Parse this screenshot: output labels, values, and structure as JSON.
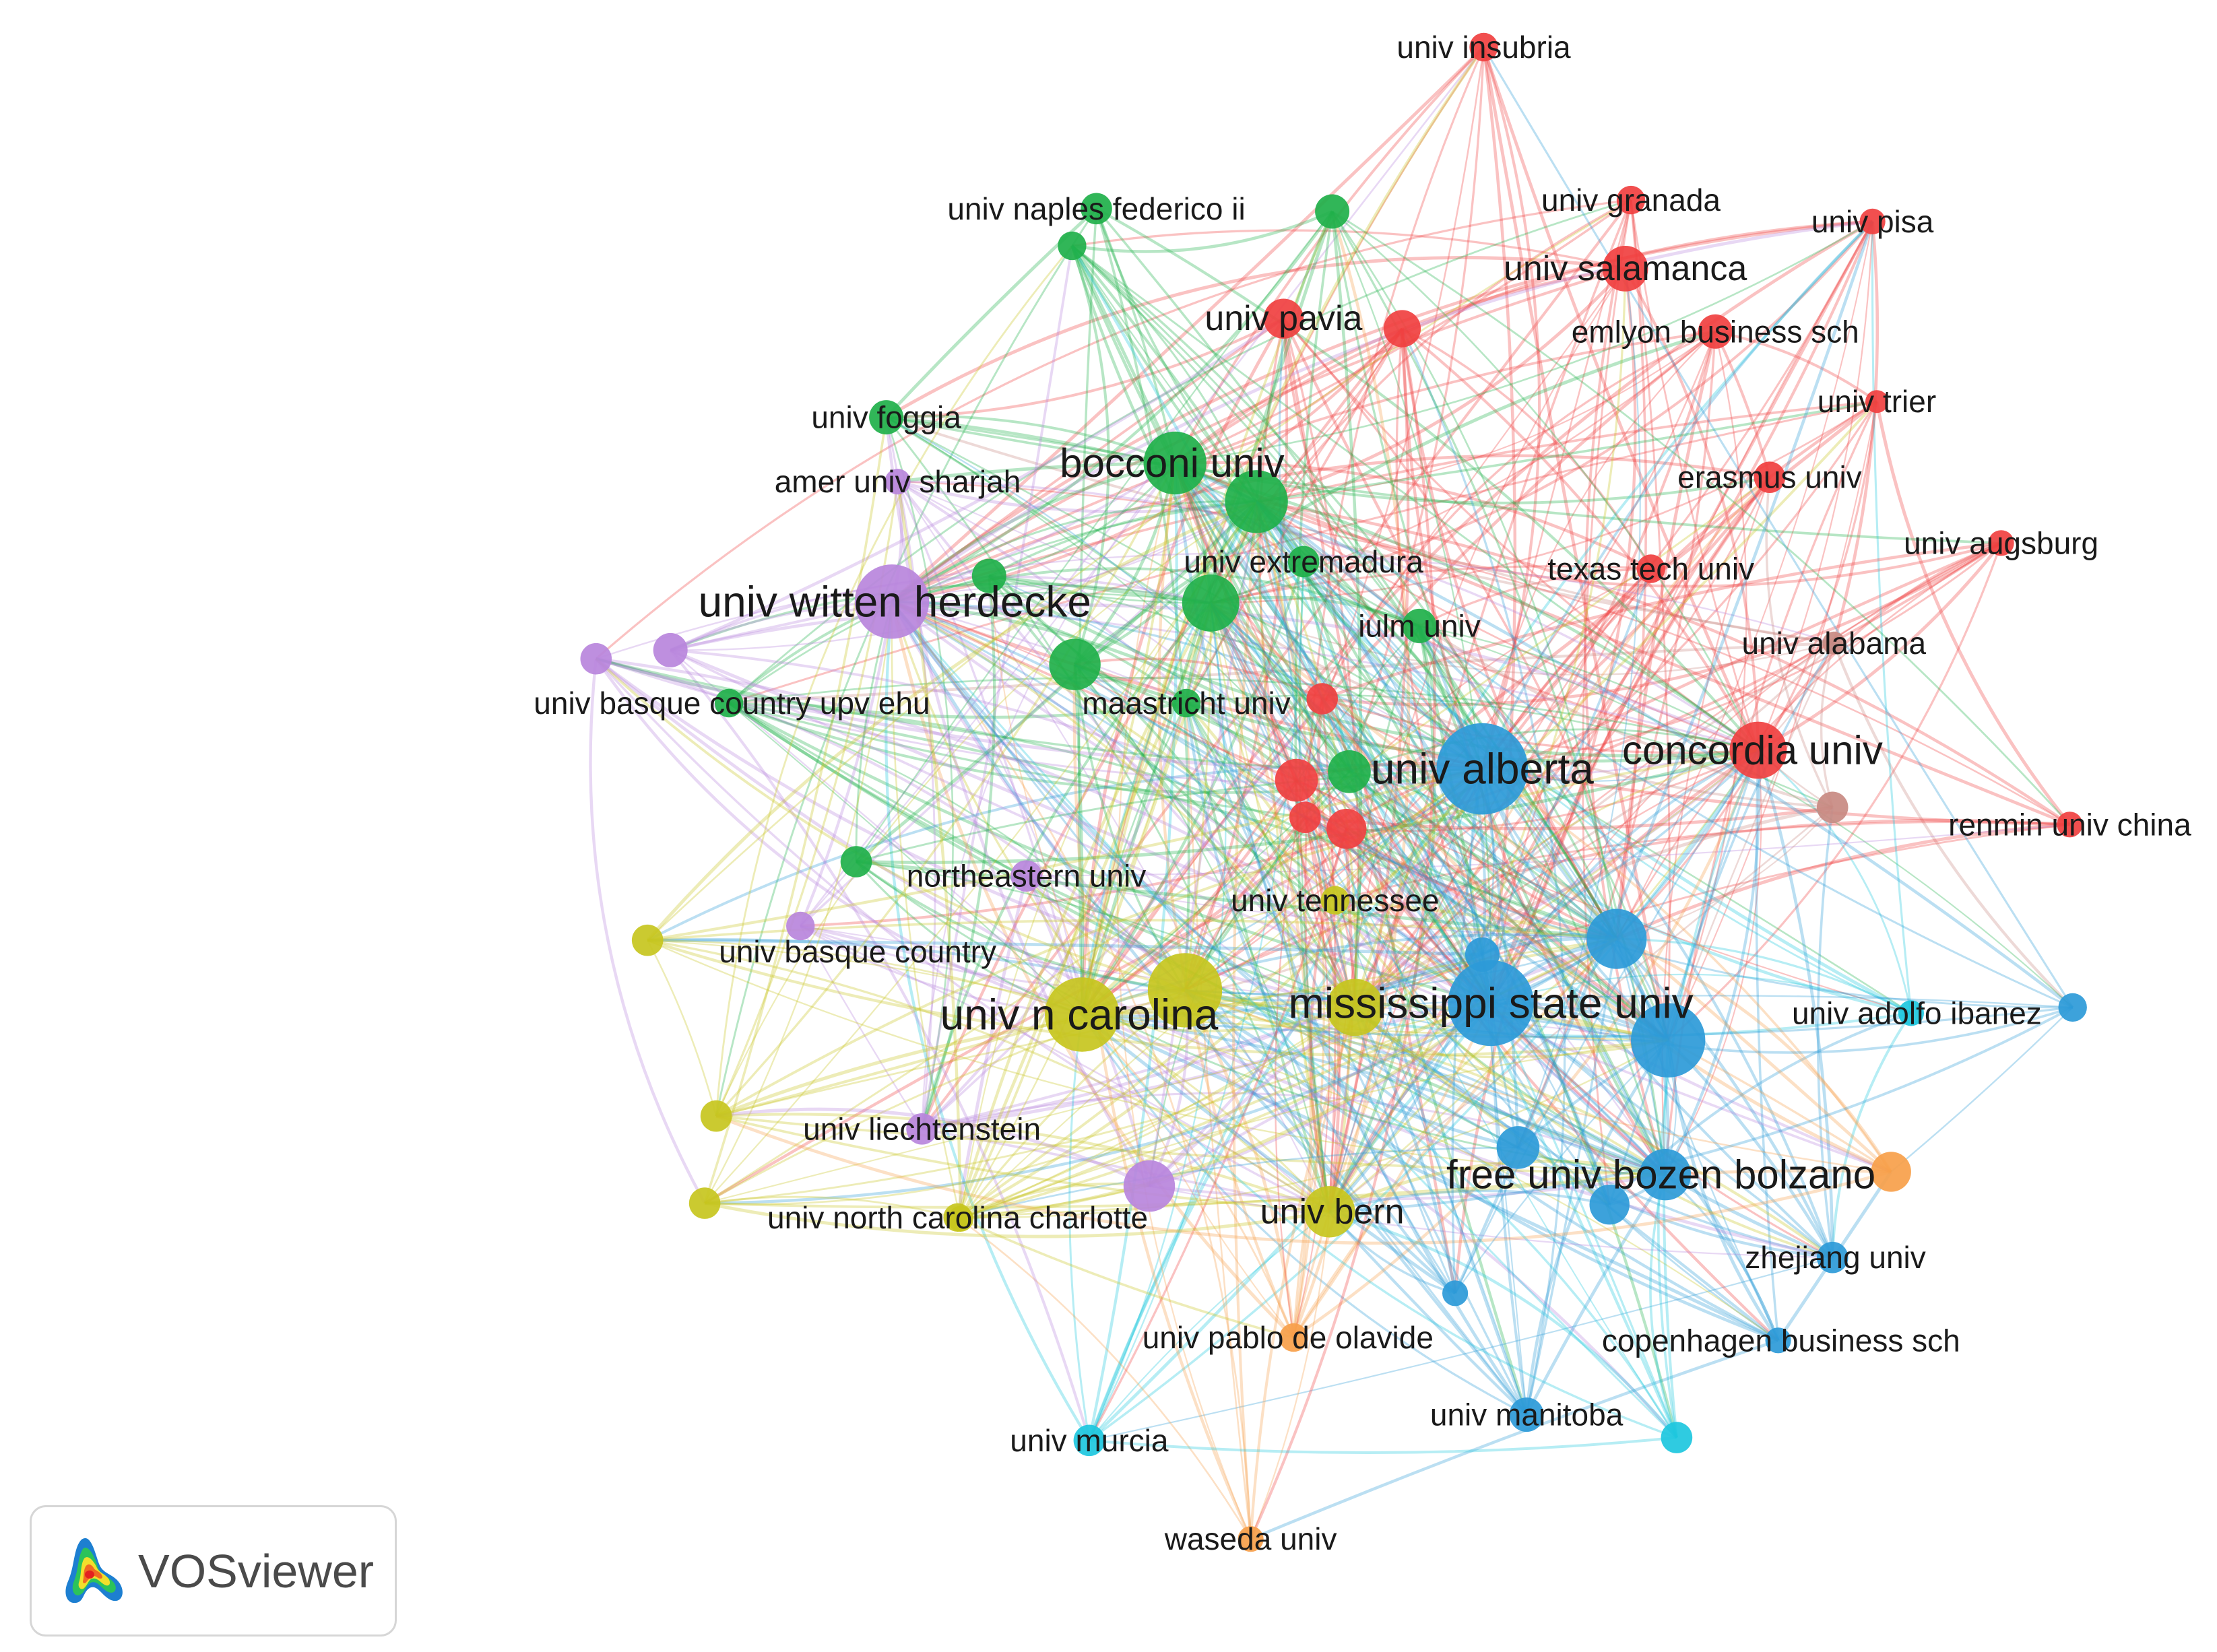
{
  "colors": {
    "red": "#f04040",
    "green": "#1fb04a",
    "blue": "#2c9ad8",
    "yellow": "#c7c51e",
    "purple": "#b886dc",
    "cyan": "#1dc7de",
    "orange": "#f7a04a",
    "brown": "#c88a82"
  },
  "network": {
    "nodes": [
      {
        "id": "univ-insubria",
        "label": "univ insubria",
        "color": "red"
      },
      {
        "id": "univ-granada",
        "label": "univ granada",
        "color": "red"
      },
      {
        "id": "univ-pisa",
        "label": "univ pisa",
        "color": "red"
      },
      {
        "id": "univ-salamanca",
        "label": "univ salamanca",
        "color": "red"
      },
      {
        "id": "univ-pavia",
        "label": "univ pavia",
        "color": "red"
      },
      {
        "id": "emlyon-business-sch",
        "label": "emlyon business sch",
        "color": "red"
      },
      {
        "id": "univ-trier",
        "label": "univ trier",
        "color": "red"
      },
      {
        "id": "erasmus-univ",
        "label": "erasmus univ",
        "color": "red"
      },
      {
        "id": "univ-augsburg",
        "label": "univ augsburg",
        "color": "red"
      },
      {
        "id": "texas-tech-univ",
        "label": "texas tech univ",
        "color": "red"
      },
      {
        "id": "univ-alabama",
        "label": "univ alabama",
        "color": "brown"
      },
      {
        "id": "concordia-univ",
        "label": "concordia univ",
        "color": "red"
      },
      {
        "id": "renmin-univ-china",
        "label": "renmin univ china",
        "color": "red"
      },
      {
        "id": "univ-naples-federico-ii",
        "label": "univ naples federico ii",
        "color": "green"
      },
      {
        "id": "univ-foggia",
        "label": "univ foggia",
        "color": "green"
      },
      {
        "id": "bocconi-univ",
        "label": "bocconi univ",
        "color": "green"
      },
      {
        "id": "univ-extremadura",
        "label": "univ extremadura",
        "color": "green"
      },
      {
        "id": "iulm-univ",
        "label": "iulm univ",
        "color": "green"
      },
      {
        "id": "maastricht-univ",
        "label": "maastricht univ",
        "color": "green"
      },
      {
        "id": "univ-basque-country-upv-ehu",
        "label": "univ basque country upv ehu",
        "color": "green"
      },
      {
        "id": "northeastern-univ",
        "label": "northeastern univ",
        "color": "purple"
      },
      {
        "id": "amer-univ-sharjah",
        "label": "amer univ sharjah",
        "color": "purple"
      },
      {
        "id": "univ-witten-herdecke",
        "label": "univ witten herdecke",
        "color": "purple"
      },
      {
        "id": "univ-basque-country",
        "label": "univ basque country",
        "color": "purple"
      },
      {
        "id": "univ-liechtenstein",
        "label": "univ liechtenstein",
        "color": "purple"
      },
      {
        "id": "univ-alberta",
        "label": "univ alberta",
        "color": "blue"
      },
      {
        "id": "mississippi-state-univ",
        "label": "mississippi state univ",
        "color": "blue"
      },
      {
        "id": "free-univ-bozen-bolzano",
        "label": "free univ bozen bolzano",
        "color": "blue"
      },
      {
        "id": "univ-adolfo-ibanez",
        "label": "univ adolfo ibanez",
        "color": "cyan"
      },
      {
        "id": "zhejiang-univ",
        "label": "zhejiang univ",
        "color": "blue"
      },
      {
        "id": "copenhagen-business-sch",
        "label": "copenhagen business sch",
        "color": "blue"
      },
      {
        "id": "univ-manitoba",
        "label": "univ manitoba",
        "color": "blue"
      },
      {
        "id": "univ-tennessee",
        "label": "univ tennessee",
        "color": "yellow"
      },
      {
        "id": "univ-n-carolina",
        "label": "univ n carolina",
        "color": "yellow"
      },
      {
        "id": "univ-north-carolina-charlotte",
        "label": "univ north carolina charlotte",
        "color": "yellow"
      },
      {
        "id": "univ-bern",
        "label": "univ bern",
        "color": "yellow"
      },
      {
        "id": "univ-murcia",
        "label": "univ murcia",
        "color": "cyan"
      },
      {
        "id": "univ-pablo-de-olavide",
        "label": "univ pablo de olavide",
        "color": "orange"
      },
      {
        "id": "waseda-univ",
        "label": "waseda univ",
        "color": "orange"
      }
    ]
  },
  "badge": {
    "text": "VOSviewer",
    "logo_icon": "vosviewer-logo-icon"
  }
}
